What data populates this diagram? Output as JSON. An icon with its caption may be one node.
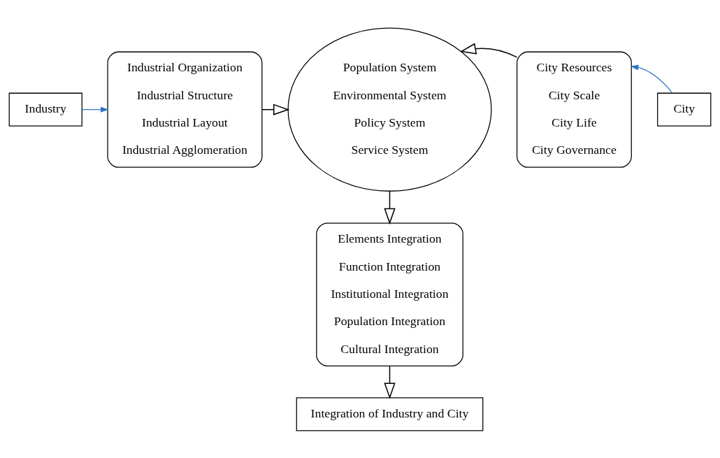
{
  "diagram": {
    "nodes": [
      {
        "text": [
          "Industry"
        ]
      },
      {
        "text": [
          "Industrial Organization",
          "Industrial Structure",
          "Industrial Layout",
          "Industrial Agglomeration"
        ]
      },
      {
        "text": [
          "Population System",
          "Environmental System",
          "Policy System",
          "Service System"
        ]
      },
      {
        "text": [
          "City Resources",
          "City Scale",
          "City Life",
          "City Governance"
        ]
      },
      {
        "text": [
          "City"
        ]
      },
      {
        "text": [
          "Elements Integration",
          "Function Integration",
          "Institutional Integration",
          "Population Integration",
          "Cultural Integration"
        ]
      },
      {
        "text": [
          "Integration of Industry and City"
        ]
      }
    ],
    "edges": [
      {
        "from": 0,
        "to": 1,
        "arrow": "to",
        "color": "#2e75c8"
      },
      {
        "from": 1,
        "to": 2,
        "arrow": "to"
      },
      {
        "from": 4,
        "to": 3,
        "arrow": "to",
        "color": "#2e75c8"
      },
      {
        "from": 3,
        "to": 2,
        "arrow": "to"
      },
      {
        "from": 2,
        "to": 5,
        "arrow": "to"
      },
      {
        "from": 5,
        "to": 6,
        "arrow": "to"
      }
    ]
  }
}
